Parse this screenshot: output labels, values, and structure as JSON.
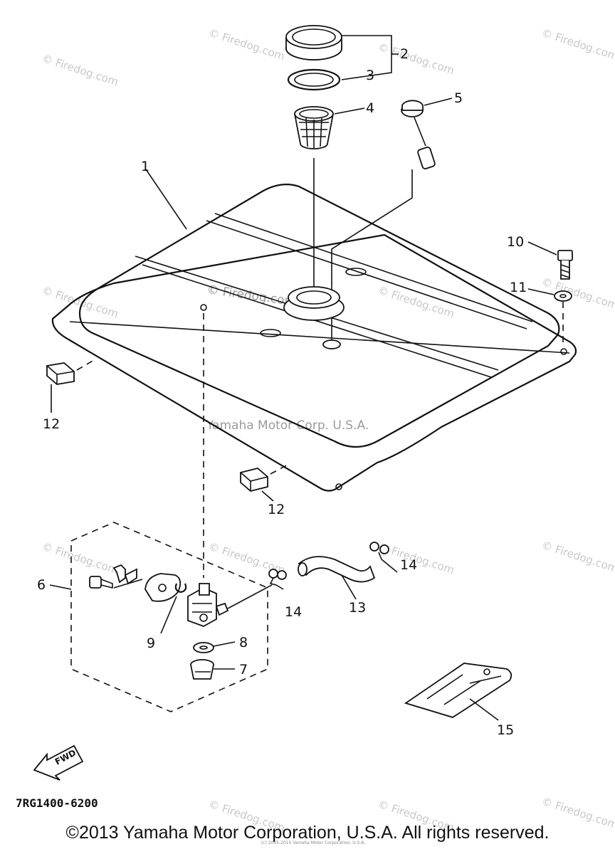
{
  "watermarks": {
    "brand": "© Firedog.com",
    "center": "© Firedog.com",
    "manufacturer": "Yamaha Motor Corp. U.S.A."
  },
  "callouts": [
    "1",
    "2",
    "3",
    "4",
    "5",
    "6",
    "7",
    "8",
    "9",
    "10",
    "11",
    "12",
    "12",
    "13",
    "14",
    "14",
    "15"
  ],
  "diagram_code": "7RG1400-6200",
  "fwd_label": "FWD",
  "copyright": "©2013 Yamaha Motor Corporation, U.S.A. All rights reserved.",
  "tiny_note": "(c) 2005-2015 Yamaha Motor Corporation, U.S.A."
}
